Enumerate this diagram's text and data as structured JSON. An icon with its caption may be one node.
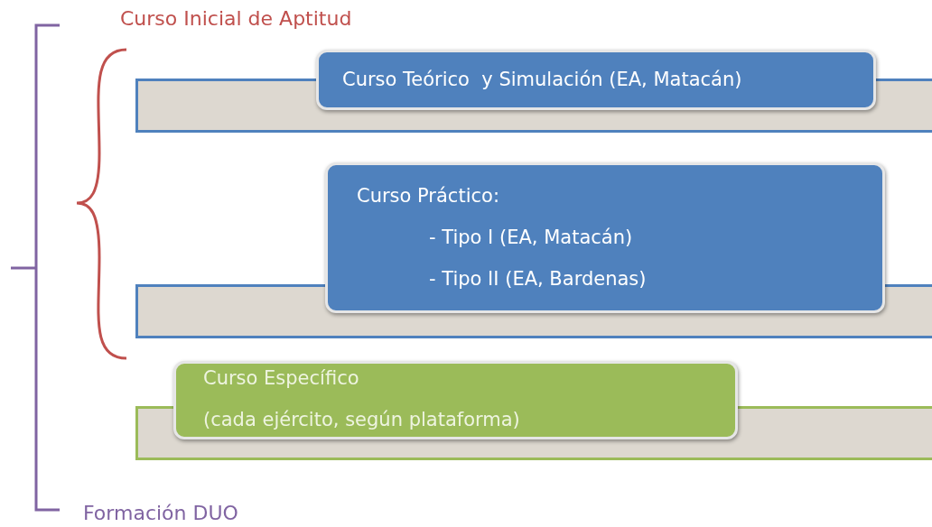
{
  "diagram": {
    "nodes": [
      {
        "text": [
          "Curso Teórico  y Simulación (EA, Matacán)"
        ]
      },
      {
        "text": [
          "Curso Práctico:",
          "- Tipo I (EA, Matacán)",
          "- Tipo II (EA, Bardenas)"
        ]
      },
      {
        "text": [
          "Curso Específico",
          "(cada ejército, según plataforma)"
        ]
      }
    ],
    "labels": [
      "Curso Inicial de Aptitud",
      "Formación DUO"
    ]
  }
}
